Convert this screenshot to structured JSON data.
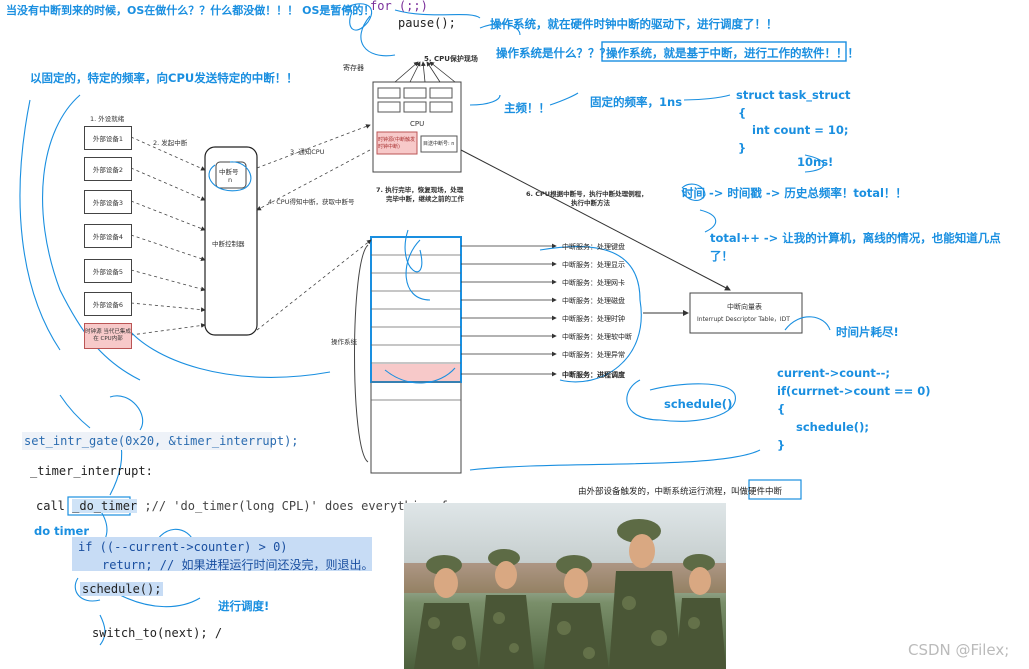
{
  "top": {
    "question": "当没有中断到来的时候，OS在做什么？？什么都没做！！！ OS是暂停的！",
    "for_code": "for (;;)",
    "pause_code": "pause();",
    "os_driven": "操作系统，就在硬件时钟中断的驱动下，进行调度了！！",
    "os_what": "操作系统是什么？？？",
    "os_answer": "操作系统，就是基于中断，进行工作的软件！！！"
  },
  "notes": {
    "fixed_freq": "以固定的，特定的频率，向CPU发送特定的中断！！",
    "main_freq": "主频！！",
    "fixed_freq_1ns": "固定的频率，1ns",
    "ten_ns": "10ns!",
    "time_line": "时间 -> 时间戳 -> 历史总频率！total！！",
    "total_line1": "total++ -> 让我的计算机，离线的情况，也能知道几点",
    "total_line2": "了！",
    "time_slice": "时间片耗尽!",
    "schedule_circled": "schedule()",
    "do_timer_label": "do timer",
    "dispatch": "进行调度!",
    "caption": "由外部设备触发的，中断系统运行流程，叫做硬件中断",
    "watermark": "CSDN @Filex;"
  },
  "struct_code": {
    "l1": "struct task_struct",
    "l2": "{",
    "l3": "int count = 10;",
    "l4": "}"
  },
  "count_code": {
    "l1": "current->count--;",
    "l2": "if(currnet->count == 0)",
    "l3": "{",
    "l4": "schedule();",
    "l5": "}"
  },
  "bottom_code": {
    "set_intr": "set_intr_gate(0x20, &timer_interrupt);",
    "timer_interrupt": "_timer_interrupt:",
    "call_line_pre": "call ",
    "call_fn": "_do_timer",
    "call_line_post": " ;// 'do_timer(long CPL)' does everything f",
    "if_line": "if ((--current->counter) > 0)",
    "return_line": "return; // 如果进程运行时间还没完，则退出。",
    "schedule_line": "schedule();",
    "switch_line": "switch_to(next); /"
  },
  "diagram": {
    "register_label": "寄存器",
    "save_context": "5. CPU保护现场",
    "cpu_label": "CPU",
    "cpu_inner_left": "时钟源(中断触发时钟中断)",
    "cpu_inner_right": "目送中断号: n",
    "step1": "1. 外设就绪",
    "step2": "2. 发起中断",
    "step3": "3. 通知CPU",
    "step4": "4. CPU得知中断，获取中断号",
    "step6_l1": "6. CPU根据中断号，执行中断处理例程，",
    "step6_l2": "执行中断方法",
    "step7_l1": "7. 执行完毕，恢复现场，处理",
    "step7_l2": "完毕中断，继续之前的工作",
    "devices": [
      "外部设备1",
      "外部设备2",
      "外部设备3",
      "外部设备4",
      "外部设备5",
      "外部设备6"
    ],
    "clock_source": "时钟源 当代已集成在 CPU内部",
    "irq_number_label": "中断号",
    "irq_number_value": "n",
    "irq_controller": "中断控制器",
    "os_label": "操作系统",
    "services": [
      "中断服务：处理键盘",
      "中断服务：处理显示",
      "中断服务：处理网卡",
      "中断服务：处理磁盘",
      "中断服务：处理时钟",
      "中断服务：处理软中断",
      "中断服务：处理异常",
      "中断服务：进程调度"
    ],
    "idt_l1": "中断向量表",
    "idt_l2": "Interrupt Descriptor Table，IDT"
  }
}
